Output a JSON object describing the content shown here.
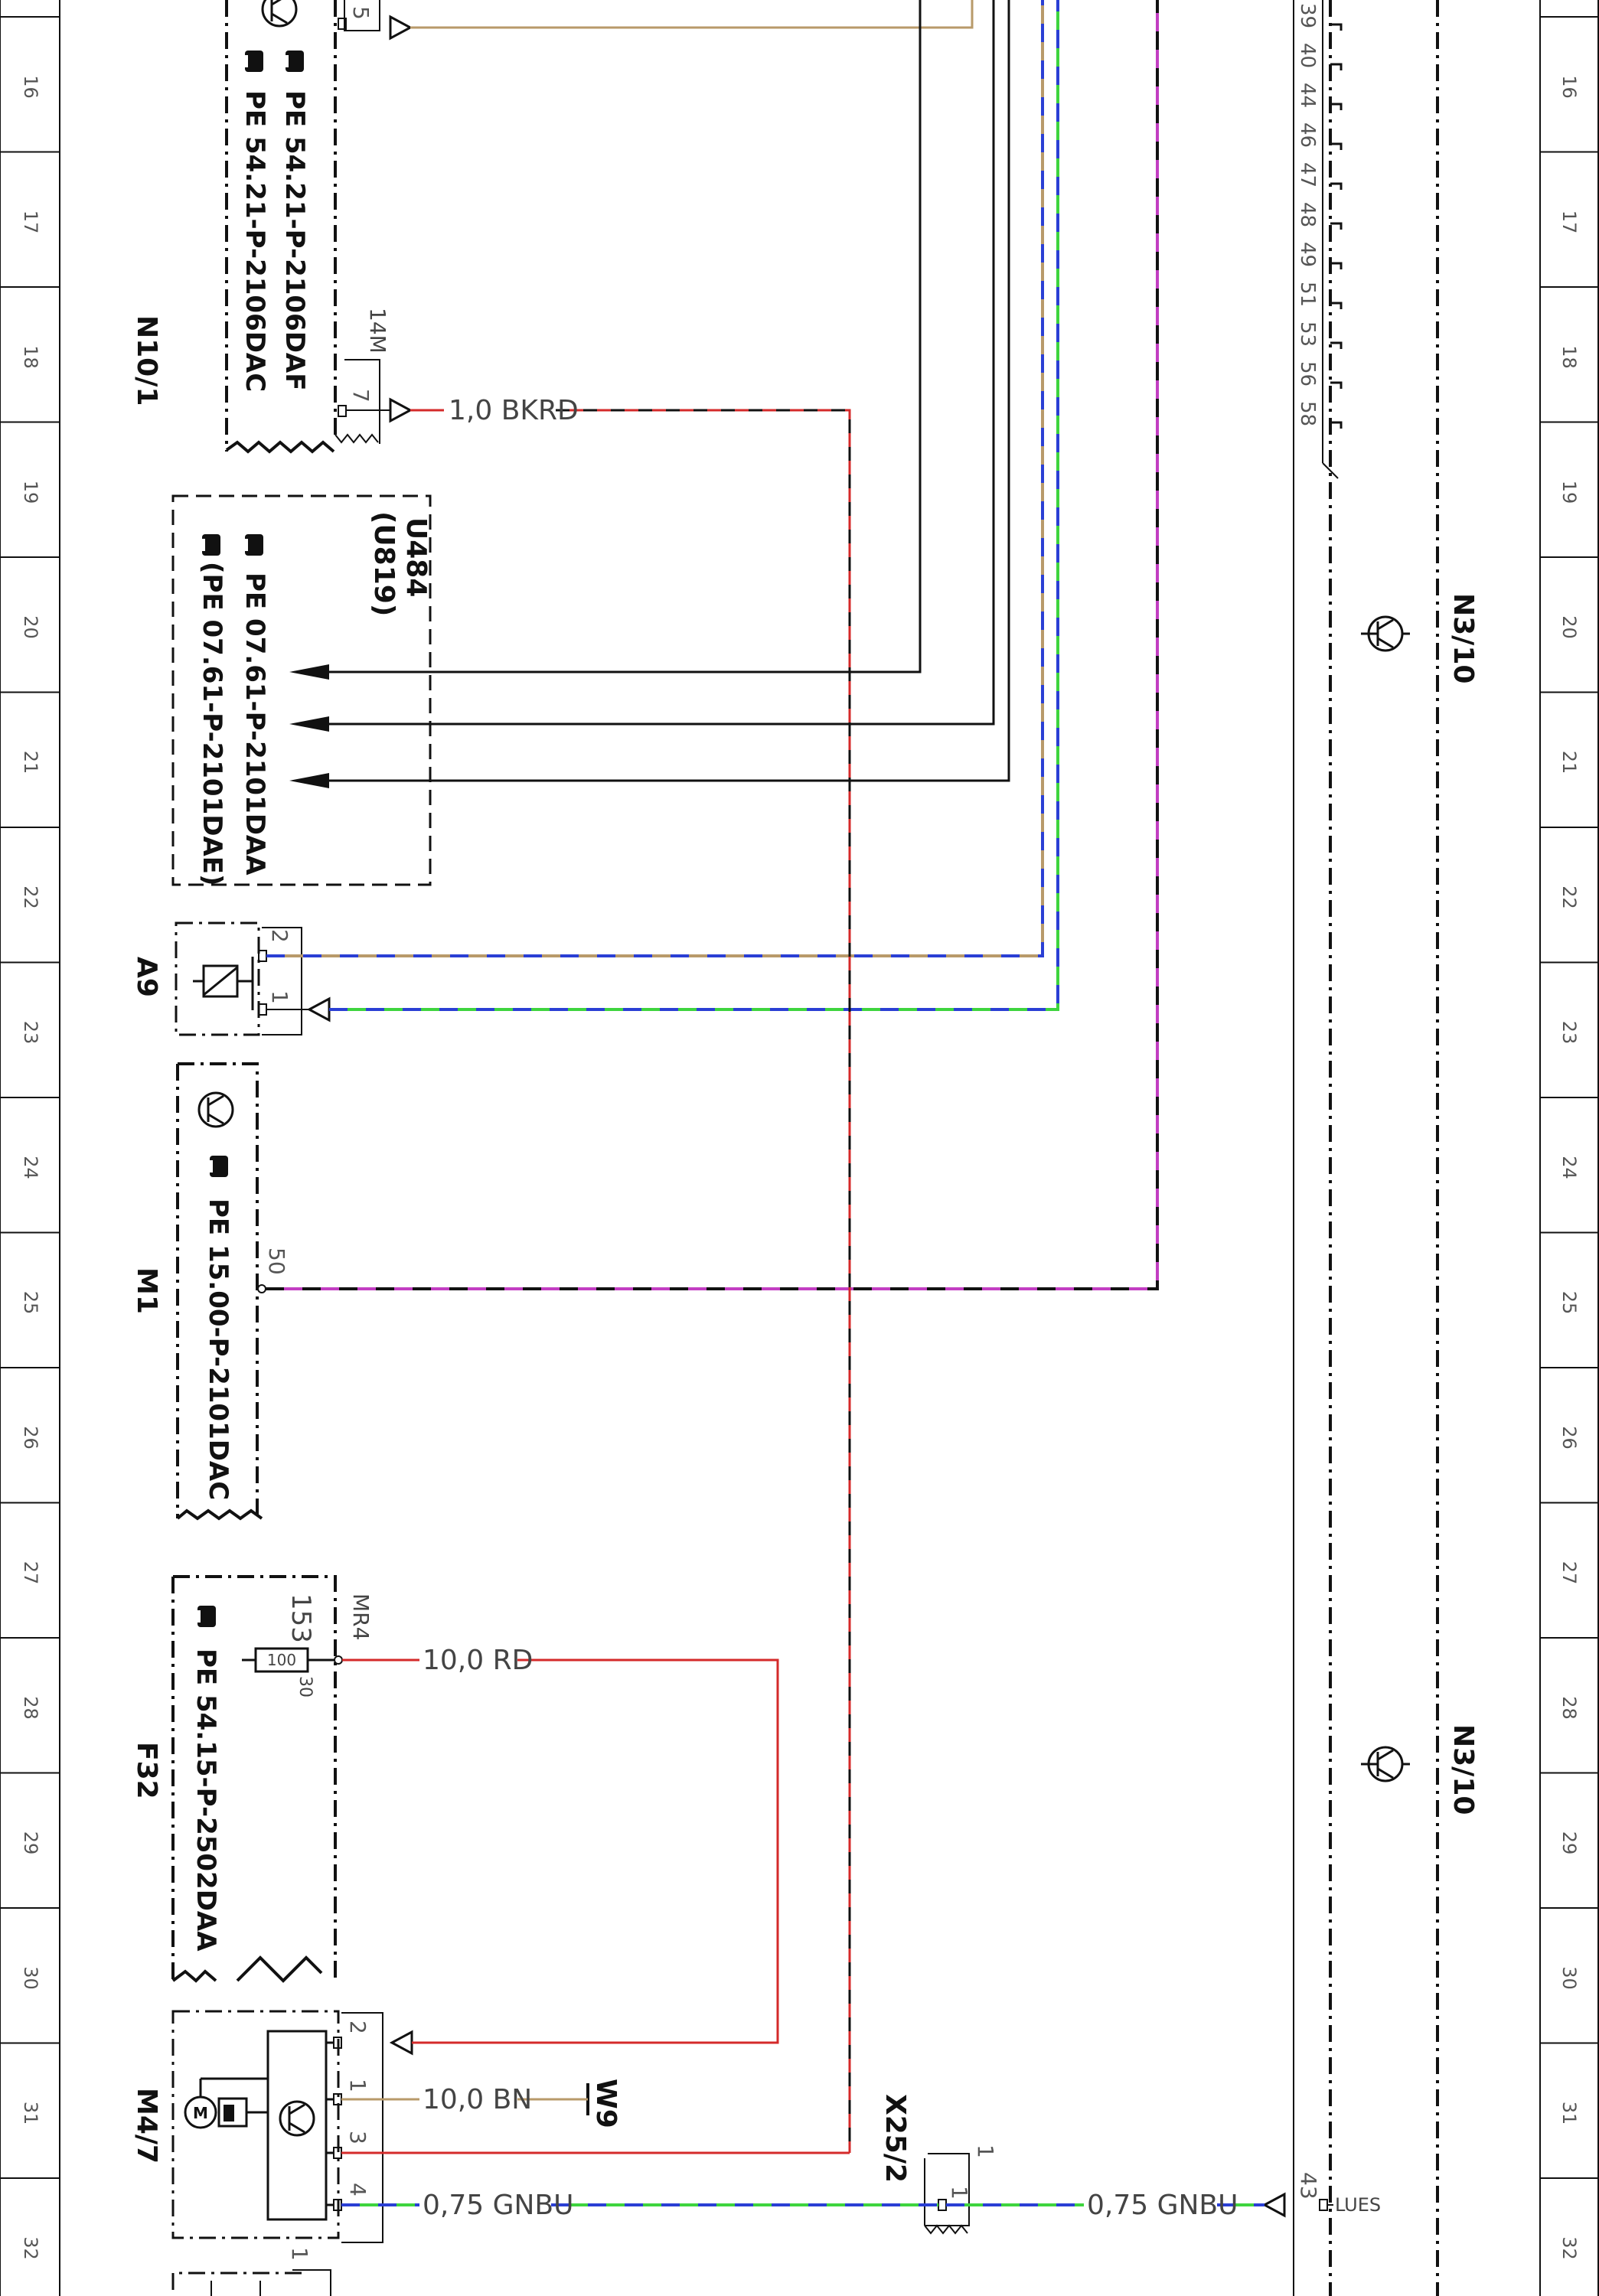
{
  "grid_numbers": [
    "16",
    "17",
    "18",
    "19",
    "20",
    "21",
    "22",
    "23",
    "24",
    "25",
    "26",
    "27",
    "28",
    "29",
    "30",
    "31",
    "32"
  ],
  "components": {
    "n10_1": {
      "code": "N10/1",
      "connector": "14M",
      "doc_lines": [
        "PE 54.21-P-2106DAC",
        "PE 54.21-P-2106DAF"
      ],
      "pins": [
        "5",
        "7"
      ]
    },
    "u484": {
      "code": "U484",
      "variant": "(U819)",
      "doc_lines": [
        "PE 07.61-P-2101DAA",
        "(PE 07.61-P-2101DAE)"
      ]
    },
    "a9": {
      "code": "A9",
      "pins": [
        "2",
        "1"
      ]
    },
    "m1": {
      "code": "M1",
      "doc_lines": [
        "PE 15.00-P-2101DAC"
      ],
      "pins": [
        "50"
      ]
    },
    "f32": {
      "code": "F32",
      "connector": "MR4",
      "fuse_no": "153",
      "fuse_rating": "100",
      "fuse_pin": "30",
      "doc_lines": [
        "PE 54.15-P-2502DAA"
      ]
    },
    "m4_7": {
      "code": "M4/7",
      "pins": [
        "2",
        "1",
        "3",
        "4"
      ]
    },
    "w9": {
      "code": "W9"
    },
    "x25_2": {
      "code": "X25/2",
      "pins": [
        "1",
        "1"
      ]
    },
    "n3_10": {
      "code": "N3/10",
      "code_2": "N3/10",
      "pin": "43",
      "signal": "LUES",
      "pin_numbers": [
        "39",
        "40",
        "44",
        "46",
        "47",
        "48",
        "49",
        "51",
        "53",
        "56",
        "58"
      ]
    },
    "partial_bottom": {
      "pin": "1"
    }
  },
  "wires": [
    {
      "label": "1,0 BKRD",
      "color": "#d42a2a"
    },
    {
      "label": "10,0 RD",
      "color": "#d42a2a"
    },
    {
      "label": "10,0 BN",
      "color": "#b89a6a"
    },
    {
      "label": "0,75 GNBU",
      "color": "#2a3fd4"
    },
    {
      "label": "0,75 GNBU",
      "color": "#2a3fd4"
    }
  ],
  "colors": {
    "red": "#d42a2a",
    "tan": "#b89a6a",
    "blue": "#2a3fd4",
    "green": "#3ed43e",
    "violet": "#c23ec2",
    "black": "#111111"
  }
}
